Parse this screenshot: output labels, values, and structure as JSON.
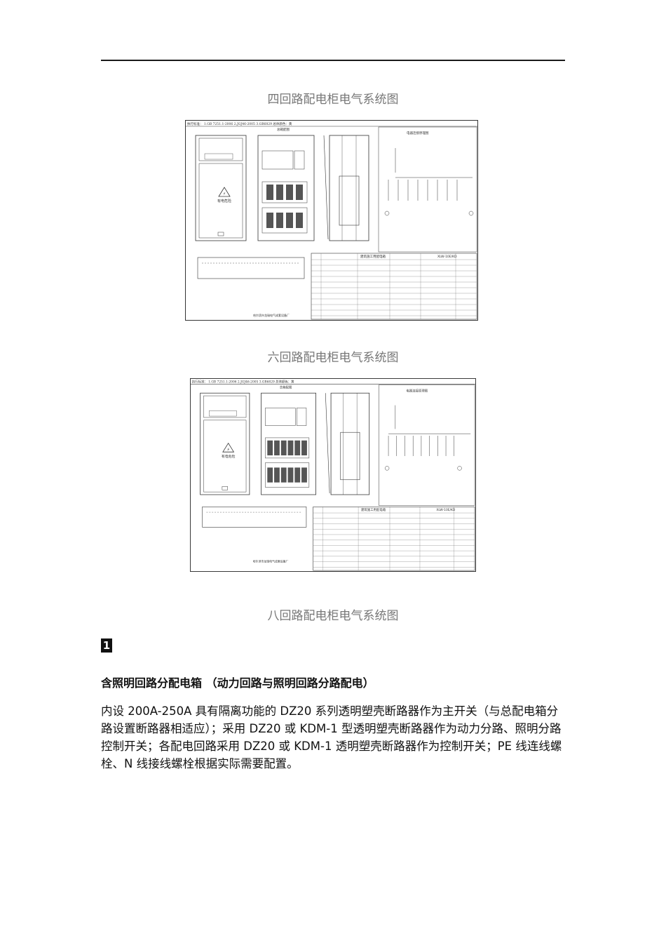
{
  "doc": {
    "caption1": "四回路配电柜电气系统图",
    "caption2": "六回路配电柜电气系统图",
    "caption3": "八回路配电柜电气系统图",
    "section_number": "1",
    "section_heading": "含照明回路分配电箱 （动力回路与照明回路分路配电）",
    "paragraph": "内设 200A-250A 具有隔离功能的 DZ20 系列透明塑壳断路器作为主开关（与总配电箱分路设置断路器相适应）；采用 DZ20 或 KDM-1 型透明塑壳断路器作为动力分路、照明分路控制开关；各配电回路采用 DZ20 或 KDM-1 透明塑壳断路器作为控制开关；PE 线连线螺栓、N 线接线螺栓根据实际需要配置。"
  },
  "figure1": {
    "header_text": "执行标准： 1.GB 7251.1-2006    2.JGJ46-2005    3.GB6829        总体颜色：黄",
    "panel_title": "总箱配图",
    "schematic_title": "电器连接原理图",
    "warning_label": "有电危险",
    "footer": "哈尔滨市龙瑞电气成套设备厂",
    "table_title": "建筑施工用配电箱",
    "model": "XLW-10E/KD"
  },
  "figure2": {
    "header_text": "执行标准： 1.GB 7251.1-2006    2.JGJ46-2005    3.GB6829        总体颜色：黄",
    "panel_title": "总箱配图",
    "schematic_title": "电器连接原理图",
    "warning_label": "有电危险",
    "footer": "哈尔滨市龙瑞电气成套设备厂",
    "table_title": "建筑施工用配电箱",
    "model": "XLW-10E/KD"
  }
}
